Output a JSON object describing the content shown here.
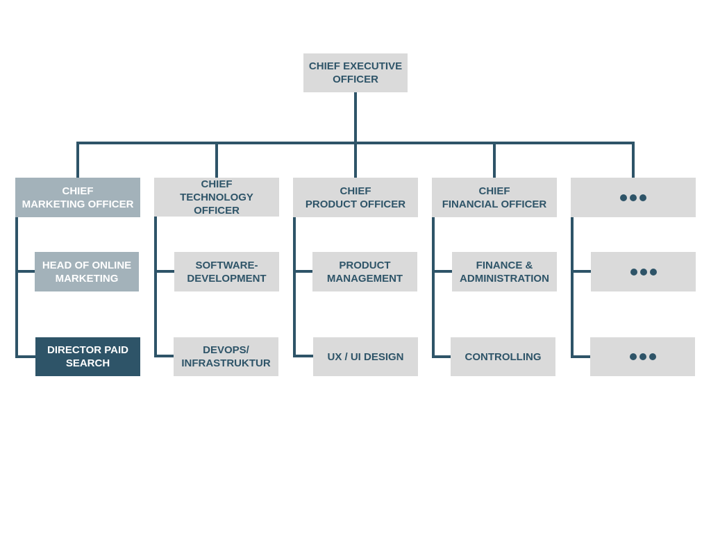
{
  "colors": {
    "connector": "#2e5468",
    "box_light": "#dadada",
    "box_mid": "#a3b2ba",
    "box_dark": "#2e5468",
    "text_dark": "#2e5468",
    "text_light": "#ffffff"
  },
  "ceo": {
    "label": "CHIEF EXECUTIVE\nOFFICER"
  },
  "columns": [
    {
      "head": "CHIEF\nMARKETING OFFICER",
      "children": [
        "HEAD OF ONLINE\nMARKETING",
        "DIRECTOR PAID\nSEARCH"
      ]
    },
    {
      "head": "CHIEF\nTECHNOLOGY OFFICER",
      "children": [
        "SOFTWARE-\nDEVELOPMENT",
        "DEVOPS/\nINFRASTRUKTUR"
      ]
    },
    {
      "head": "CHIEF\nPRODUCT OFFICER",
      "children": [
        "PRODUCT\nMANAGEMENT",
        "UX / UI DESIGN"
      ]
    },
    {
      "head": "CHIEF\nFINANCIAL OFFICER",
      "children": [
        "FINANCE &\nADMINISTRATION",
        "CONTROLLING"
      ]
    },
    {
      "head_icon": "ellipsis-icon",
      "children_icons": [
        "ellipsis-icon",
        "ellipsis-icon"
      ]
    }
  ]
}
